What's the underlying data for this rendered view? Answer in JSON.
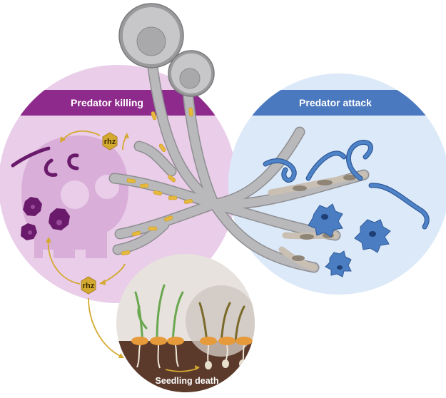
{
  "panels": {
    "killing": {
      "title": "Predator killing",
      "color": "#8e2a8c",
      "fill": "#e9cde9"
    },
    "attack": {
      "title": "Predator attack",
      "color": "#4b79bf",
      "fill": "#dce9f8"
    },
    "seedling": {
      "label": "Seedling death"
    }
  },
  "toxin_badges": [
    {
      "label": "rhz"
    },
    {
      "label": "rhz"
    }
  ],
  "colors": {
    "hyphae": "#b9b9bb",
    "hyphae_edge": "#8f8f92",
    "bacteria": "#e7b93c",
    "arrow": "#d4a930",
    "nematode": "#3f6fb5",
    "amoeba": "#3f6fb5",
    "dead_cells": "#6a1a6a",
    "soil": "#5b3a2b",
    "seed": "#e69a3a"
  },
  "icons": [
    "skull-icon",
    "sporangium-icon",
    "nematode-icon",
    "amoeba-icon",
    "seedling-icon",
    "bacteria-icon"
  ]
}
